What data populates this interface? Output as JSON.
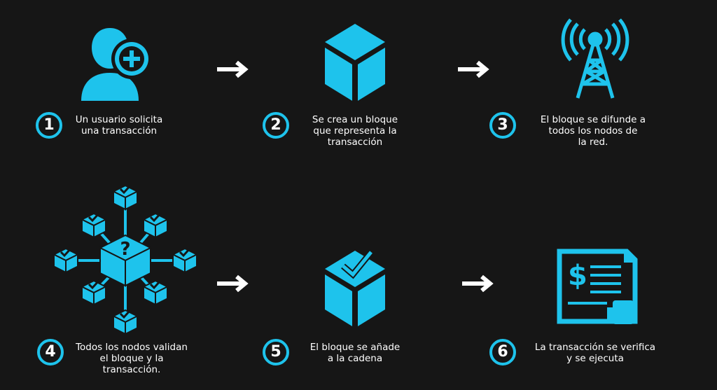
{
  "accent": "#1ec3ec",
  "steps": [
    {
      "number": "1",
      "text": "Un usuario solicita\nuna transacción",
      "icon": "user-add-icon"
    },
    {
      "number": "2",
      "text": "Se crea un bloque\nque representa la\ntransacción",
      "icon": "cube-icon"
    },
    {
      "number": "3",
      "text": "El bloque se difunde a\ntodos los nodos de\nla red.",
      "icon": "antenna-tower-icon"
    },
    {
      "number": "4",
      "text": "Todos los nodos validan\nel bloque y la\ntransacción.",
      "icon": "node-network-icon"
    },
    {
      "number": "5",
      "text": "El bloque se añade\na la cadena",
      "icon": "cube-check-icon"
    },
    {
      "number": "6",
      "text": "La transacción se verifica\ny se ejecuta",
      "icon": "invoice-approved-icon"
    }
  ],
  "node_center_symbol": "?",
  "invoice_symbol": "$"
}
